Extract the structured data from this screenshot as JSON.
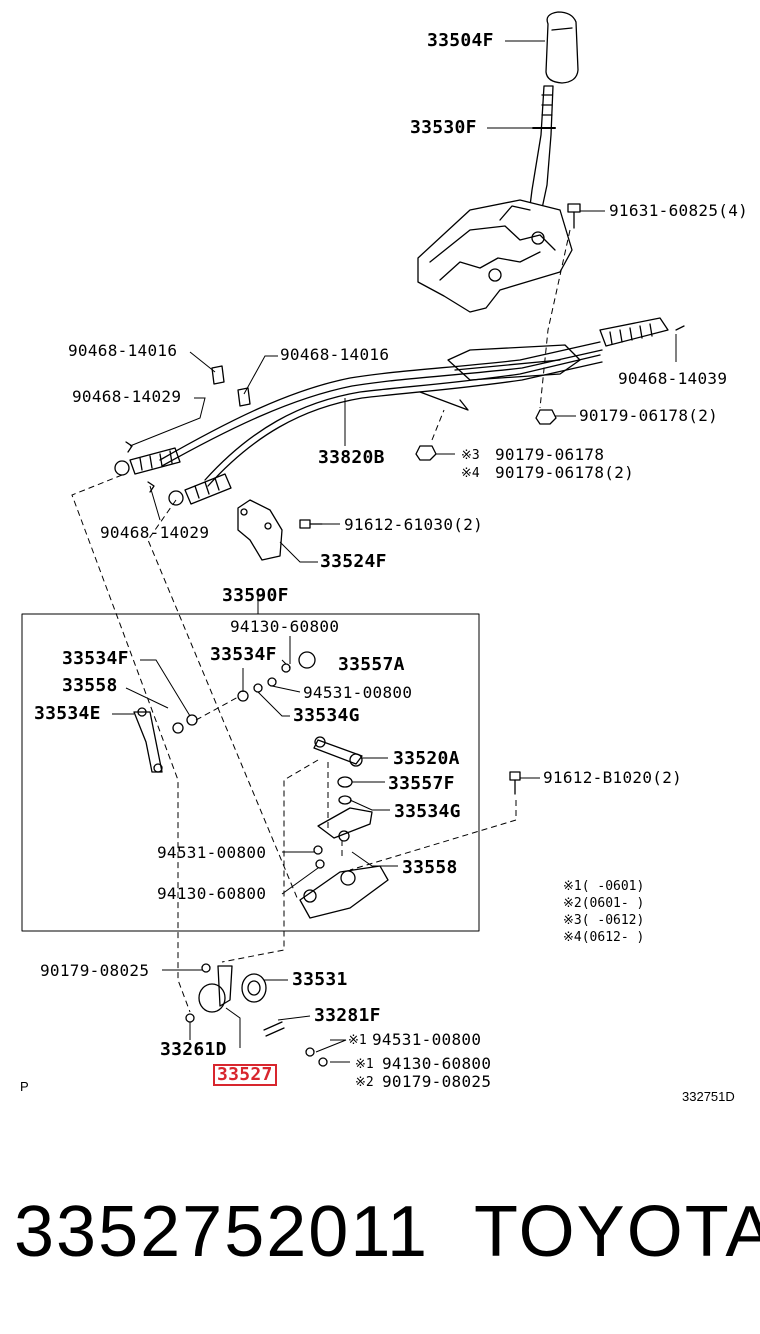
{
  "labels": {
    "p33504F": "33504F",
    "p33530F": "33530F",
    "p91631": "91631-60825(4)",
    "p90468_14016a": "90468-14016",
    "p90468_14016b": "90468-14016",
    "p90468_14039": "90468-14039",
    "p90468_14029a": "90468-14029",
    "p90179_06178a": "90179-06178(2)",
    "p33820B": "33820B",
    "p90179_06178b": "90179-06178",
    "p90179_06178c": "90179-06178(2)",
    "p90468_14029b": "90468-14029",
    "p91612_61030": "91612-61030(2)",
    "p33524F": "33524F",
    "p33590F": "33590F",
    "p94130_60800a": "94130-60800",
    "p33534Fa": "33534F",
    "p33534Fb": "33534F",
    "p33557A": "33557A",
    "p33558a": "33558",
    "p94531_00800a": "94531-00800",
    "p33534E": "33534E",
    "p33534Ga": "33534G",
    "p33520A": "33520A",
    "p91612_B1020": "91612-B1020(2)",
    "p33557F": "33557F",
    "p33534Gb": "33534G",
    "p94531_00800b": "94531-00800",
    "p33558b": "33558",
    "p94130_60800b": "94130-60800",
    "p90179_08025a": "90179-08025",
    "p33531": "33531",
    "p33281F": "33281F",
    "p94531_00800c": "94531-00800",
    "p33261D": "33261D",
    "p94130_60800c": "94130-60800",
    "p33527": "33527",
    "p90179_08025b": "90179-08025"
  },
  "marks": {
    "m3": "※3",
    "m4": "※4",
    "m1a": "※1",
    "m1b": "※1",
    "m2": "※2"
  },
  "notes": {
    "n1": "※1(     -0601)",
    "n2": "※2(0601-     )",
    "n3": "※3(     -0612)",
    "n4": "※4(0612-     )"
  },
  "misc": {
    "p_letter": "P",
    "diagram_code": "332751D"
  },
  "footer": {
    "part_number": "3352752011",
    "brand": "TOYOTA"
  },
  "colors": {
    "highlight": "#d8262e"
  }
}
